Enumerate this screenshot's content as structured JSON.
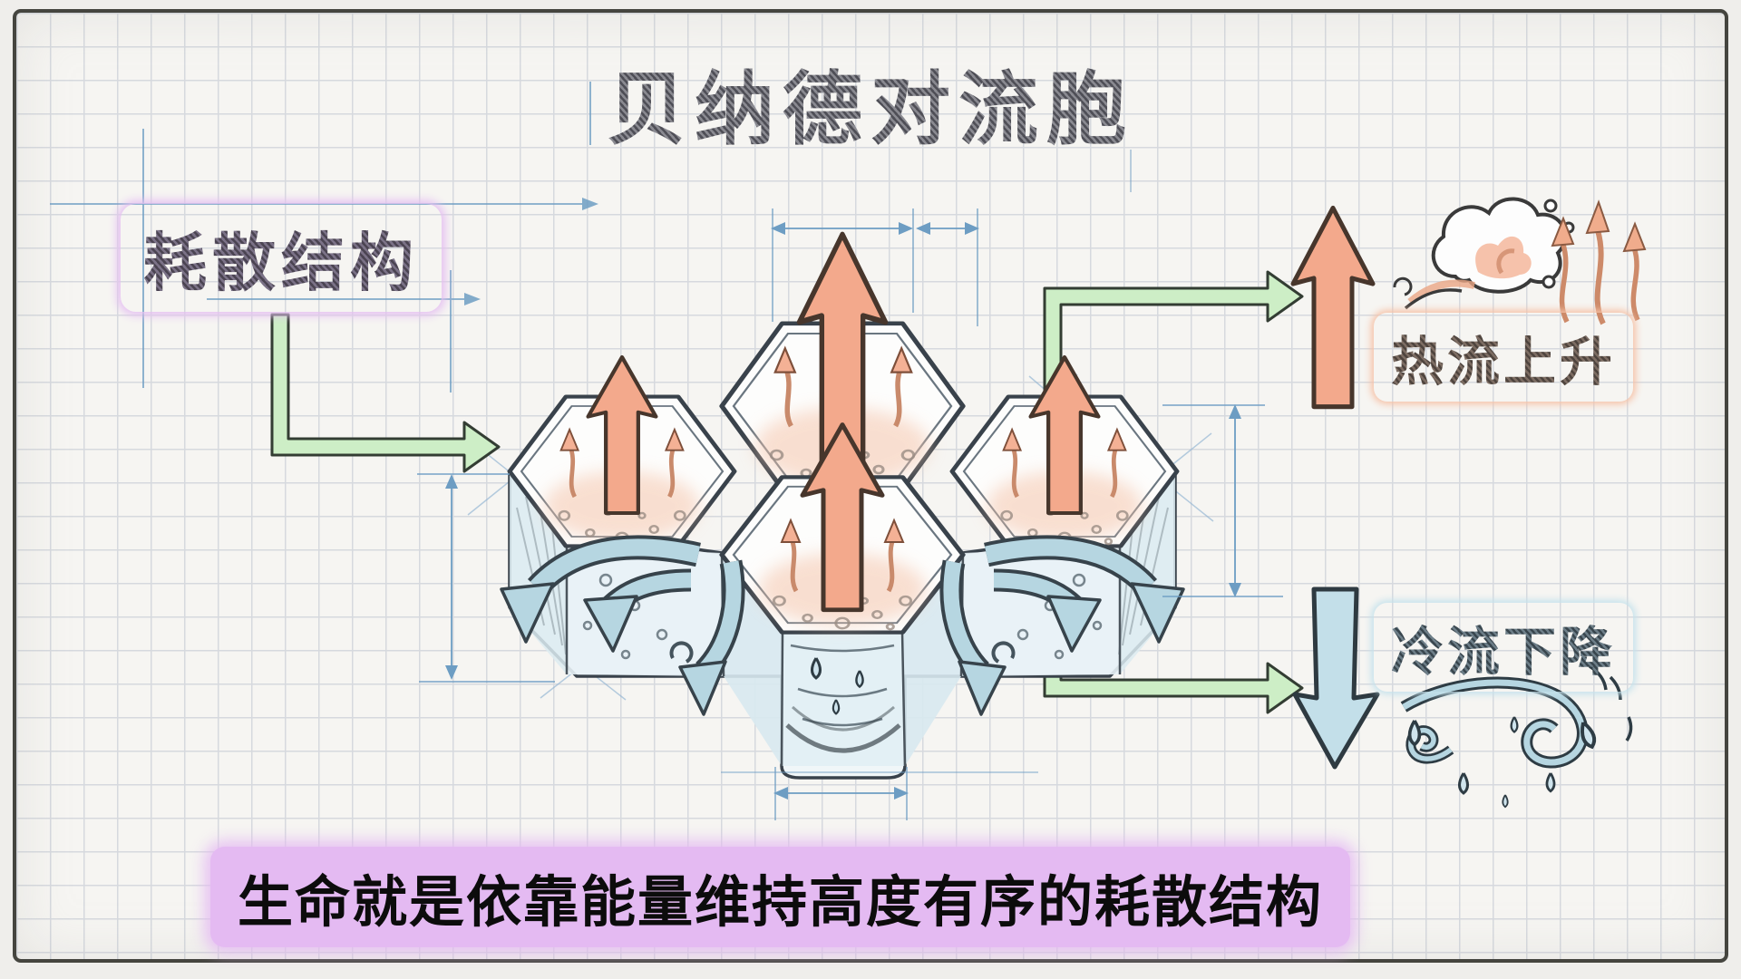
{
  "title": "贝纳德对流胞",
  "side_label": {
    "text": "耗散结构"
  },
  "hot_label": {
    "text": "热流上升"
  },
  "cold_label": {
    "text": "冷流下降"
  },
  "caption": {
    "text": "生命就是依靠能量维持高度有序的耗散结构"
  },
  "diagram": {
    "type": "hand-drawn convection diagram on grid paper",
    "cells": 4,
    "cell_shape": "hexagon",
    "up_arrows_meaning": "hot flow rising in cell centers",
    "down_arrows_meaning": "cold flow sinking at cell edges",
    "icons": [
      "steam-cloud-icon",
      "rising-wavy-arrows-icon",
      "hot-up-arrow-icon",
      "cold-down-arrow-icon",
      "water-swirl-icon",
      "green-elbow-arrow",
      "blue-dimension-lines"
    ]
  },
  "colors": {
    "paper": "#f6f5f2",
    "grid": "#d6d9de",
    "ink": "#55555d",
    "lavender": "#e5c0f1",
    "salmon": "#f6c2a7",
    "salmon_arrow": "#f3a98c",
    "blue_light": "#c5e2ec",
    "blue_arrow": "#b6d6e1",
    "green_arrow": "#cdeec6",
    "draft_blue": "#6d9dc3",
    "caption_bg": "#e4baf2",
    "caption_text": "#0c0c0c"
  }
}
